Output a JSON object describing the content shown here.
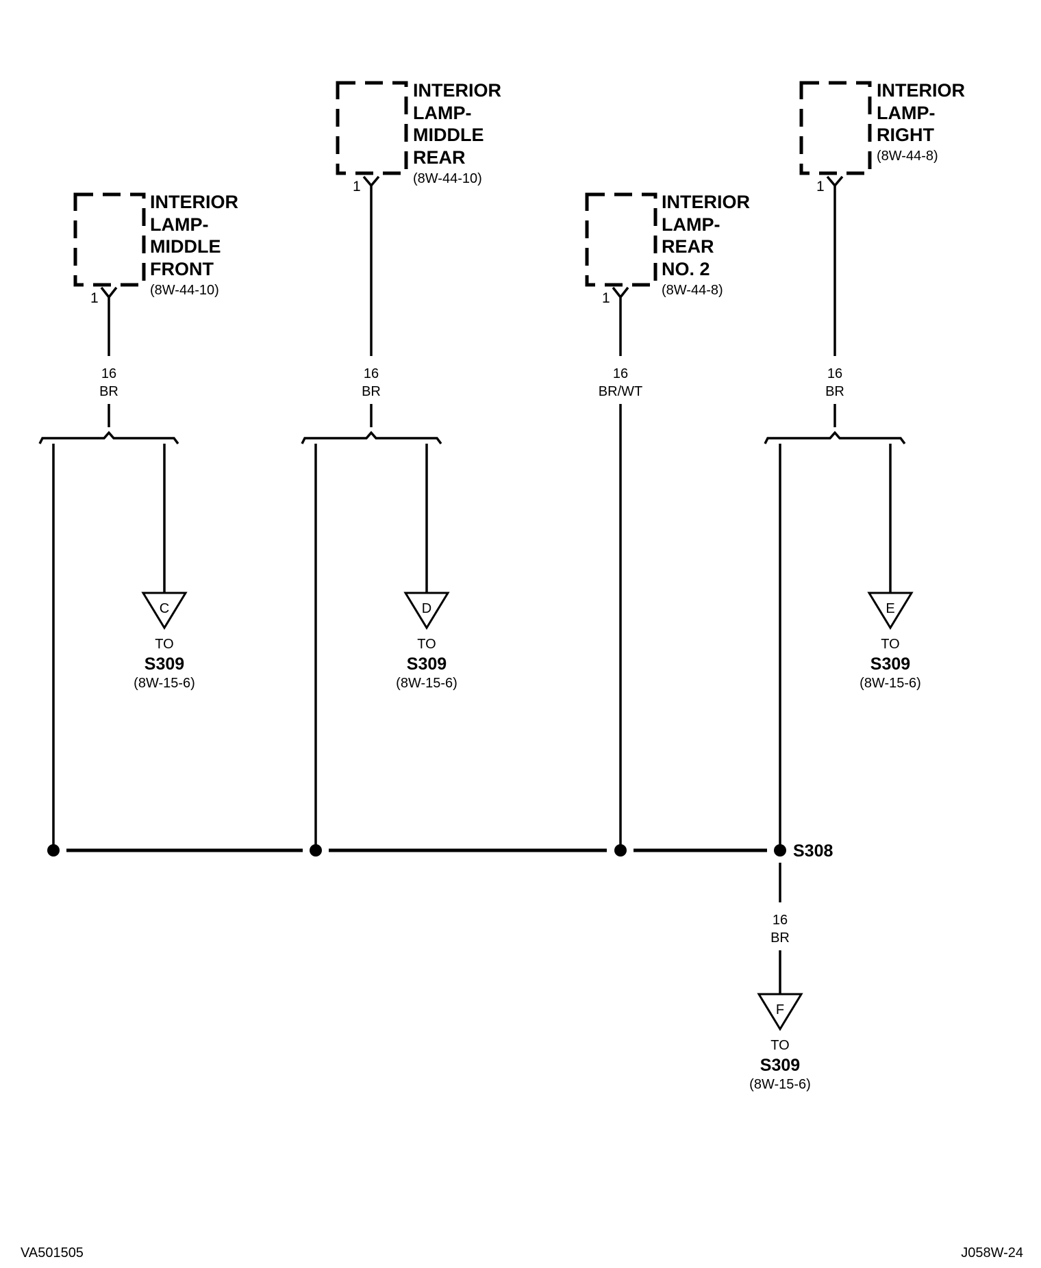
{
  "components": [
    {
      "id": "mf",
      "title": [
        "INTERIOR",
        "LAMP-",
        "MIDDLE",
        "FRONT"
      ],
      "ref": "(8W-44-10)",
      "pin": "1"
    },
    {
      "id": "mr",
      "title": [
        "INTERIOR",
        "LAMP-",
        "MIDDLE",
        "REAR"
      ],
      "ref": "(8W-44-10)",
      "pin": "1"
    },
    {
      "id": "r2",
      "title": [
        "INTERIOR",
        "LAMP-",
        "REAR",
        "NO. 2"
      ],
      "ref": "(8W-44-8)",
      "pin": "1"
    },
    {
      "id": "rt",
      "title": [
        "INTERIOR",
        "LAMP-",
        "RIGHT"
      ],
      "ref": "(8W-44-8)",
      "pin": "1"
    }
  ],
  "wires": [
    {
      "gauge": "16",
      "color": "BR"
    },
    {
      "gauge": "16",
      "color": "BR"
    },
    {
      "gauge": "16",
      "color": "BR/WT"
    },
    {
      "gauge": "16",
      "color": "BR"
    },
    {
      "gauge": "16",
      "color": "BR"
    }
  ],
  "connectors": [
    {
      "letter": "C",
      "to": "TO",
      "dest": "S309",
      "ref": "(8W-15-6)"
    },
    {
      "letter": "D",
      "to": "TO",
      "dest": "S309",
      "ref": "(8W-15-6)"
    },
    {
      "letter": "E",
      "to": "TO",
      "dest": "S309",
      "ref": "(8W-15-6)"
    },
    {
      "letter": "F",
      "to": "TO",
      "dest": "S309",
      "ref": "(8W-15-6)"
    }
  ],
  "splice": {
    "label": "S308"
  },
  "footer": {
    "left": "VA501505",
    "right": "J058W-24"
  }
}
